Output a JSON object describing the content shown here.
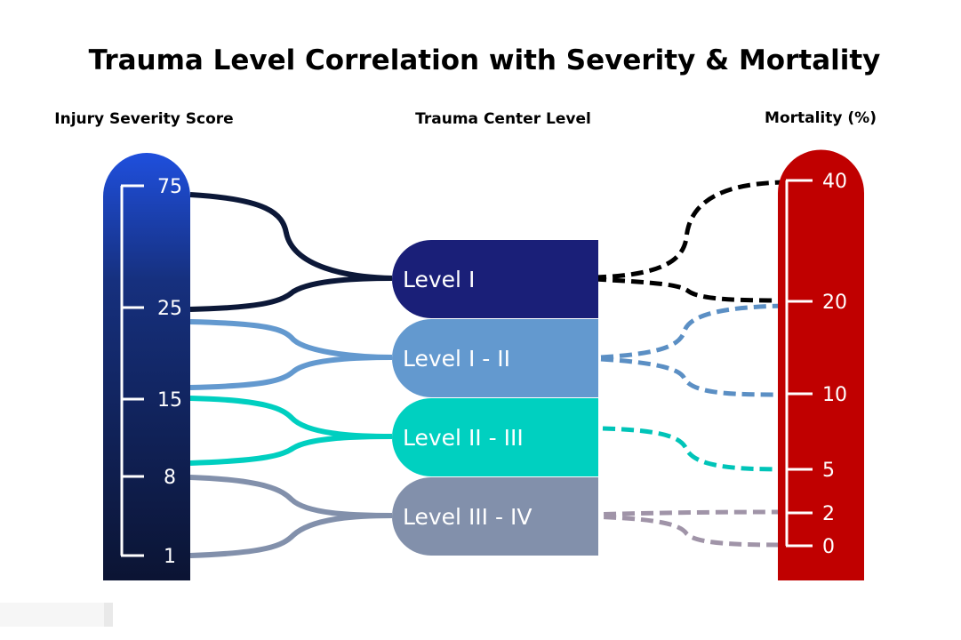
{
  "title": "Trauma Level Correlation with Severity & Mortality",
  "headers": {
    "left": "Injury Severity Score",
    "center": "Trauma Center Level",
    "right": "Mortality (%)"
  },
  "colors": {
    "iss_gradient_top": "#1f4fdd",
    "iss_gradient_bottom": "#0b1433",
    "mortality_bar": "#c00000"
  },
  "severity_scale": {
    "ticks": [
      "75",
      "25",
      "15",
      "8",
      "1"
    ]
  },
  "mortality_scale": {
    "ticks": [
      "40",
      "20",
      "10",
      "5",
      "2",
      "0"
    ]
  },
  "levels": [
    {
      "label": "Level I",
      "color": "#1a1f78",
      "iss_range": [
        "25",
        "75"
      ],
      "mortality_range": [
        "20",
        "40"
      ],
      "link_color": "#0c1838",
      "mortality_link_color": "#000000"
    },
    {
      "label": "Level I - II",
      "color": "#6399cf",
      "iss_range": [
        "15",
        "25"
      ],
      "mortality_range": [
        "10",
        "20"
      ],
      "link_color": "#6399cf",
      "mortality_link_color": "#5b8fc4"
    },
    {
      "label": "Level II - III",
      "color": "#00d0c0",
      "iss_range": [
        "8",
        "15"
      ],
      "mortality_range": [
        "5"
      ],
      "link_color": "#00cfc0",
      "mortality_link_color": "#00c4b8"
    },
    {
      "label": "Level III - IV",
      "color": "#8290ab",
      "iss_range": [
        "1",
        "8"
      ],
      "mortality_range": [
        "0",
        "2"
      ],
      "link_color": "#8290ab",
      "mortality_link_color": "#a094a8"
    }
  ]
}
